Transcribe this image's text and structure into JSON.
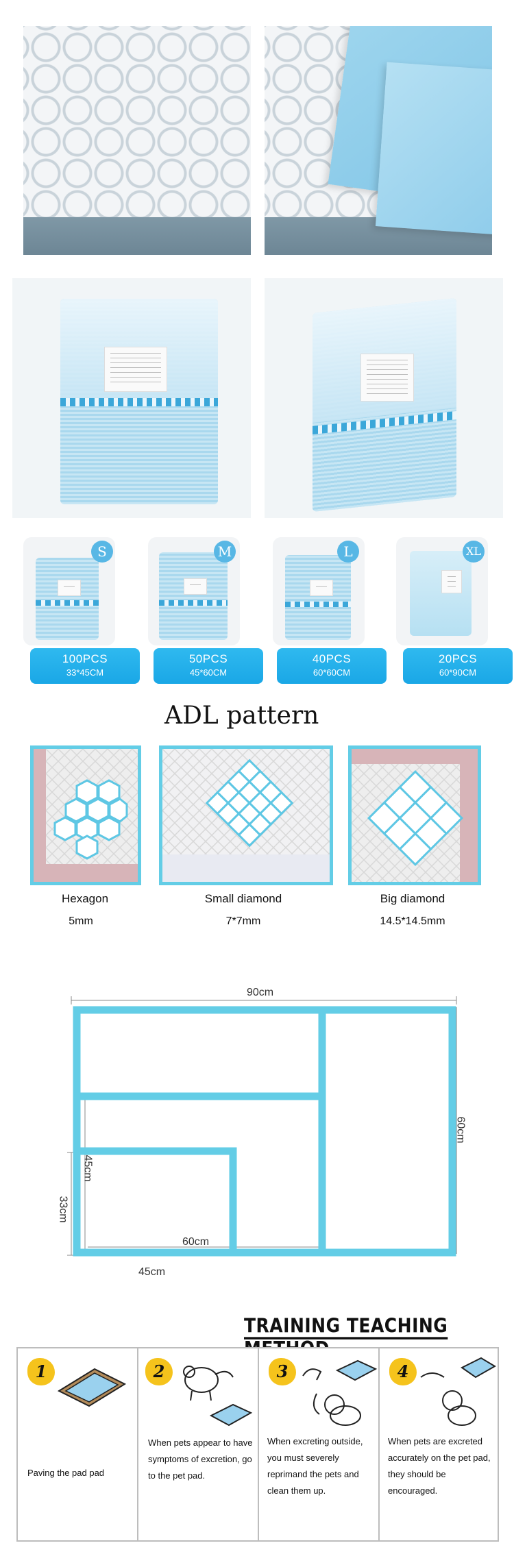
{
  "sizes": [
    {
      "badge": "S",
      "count": "100PCS",
      "dimensions": "33*45CM"
    },
    {
      "badge": "M",
      "count": "50PCS",
      "dimensions": "45*60CM"
    },
    {
      "badge": "L",
      "count": "40PCS",
      "dimensions": "60*60CM"
    },
    {
      "badge": "XL",
      "count": "20PCS",
      "dimensions": "60*90CM"
    }
  ],
  "adl": {
    "title": "ADL pattern",
    "patterns": [
      {
        "name": "Hexagon",
        "size": "5mm"
      },
      {
        "name": "Small diamond",
        "size": "7*7mm"
      },
      {
        "name": "Big diamond",
        "size": "14.5*14.5mm"
      }
    ]
  },
  "diagram": {
    "labels": {
      "top": "90cm",
      "right": "60cm",
      "inner_45": "45cm",
      "left_33": "33cm",
      "inner_60": "60cm",
      "bottom_45": "45cm"
    },
    "colors": {
      "line": "#63cde6",
      "dim": "#888888"
    }
  },
  "training": {
    "title": "TRAINING TEACHING METHOD",
    "steps": [
      {
        "number": "1",
        "text": "Paving the pad pad"
      },
      {
        "number": "2",
        "text": "When pets appear to have symptoms of excretion, go to the pet pad."
      },
      {
        "number": "3",
        "text": "When excreting outside, you must severely reprimand the pets and clean them up."
      },
      {
        "number": "4",
        "text": "When pets are excreted accurately on the pet pad, they should be encouraged."
      }
    ]
  },
  "icons": [
    "tray-icon",
    "dog-icon",
    "hand-icon"
  ],
  "accent": "#1aa7e6"
}
